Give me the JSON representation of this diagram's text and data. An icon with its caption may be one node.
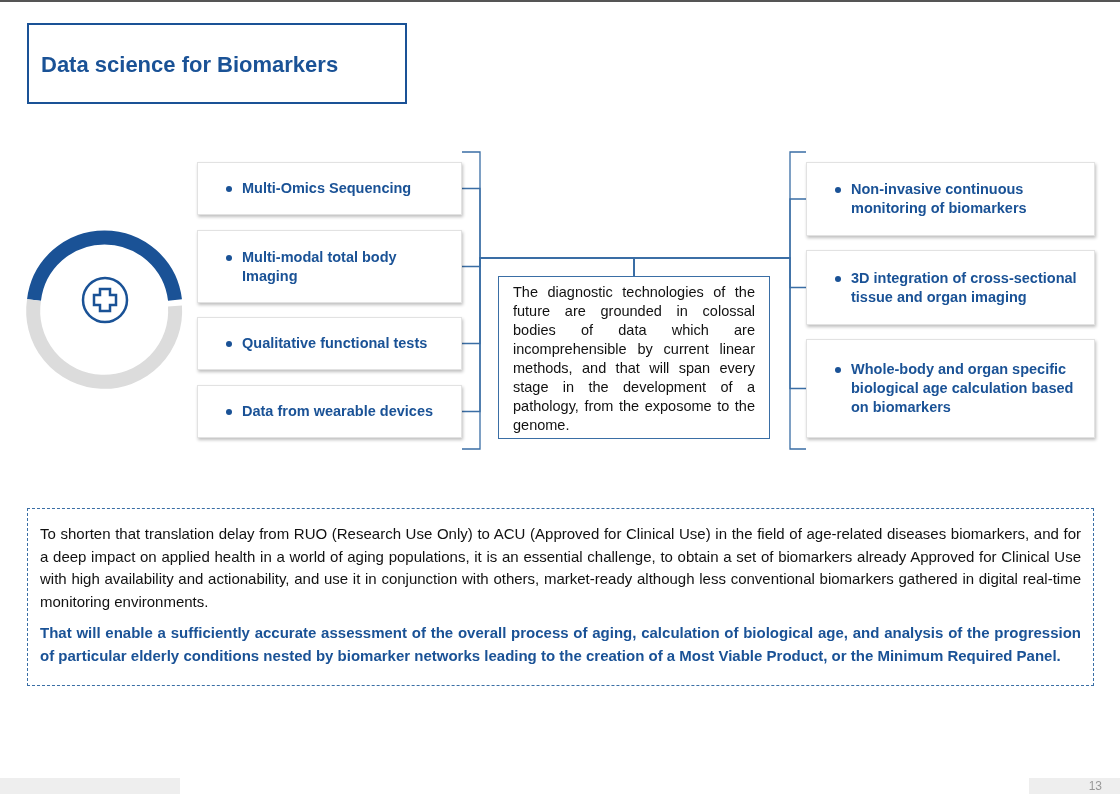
{
  "diagram": {
    "title": "Data science for Biomarkers",
    "nodes": [
      {
        "text": [
          "Multi-Omics Sequencing"
        ]
      },
      {
        "text": [
          "Multi-modal total body Imaging"
        ]
      },
      {
        "text": [
          "Qualitative functional tests"
        ]
      },
      {
        "text": [
          "Data from wearable devices"
        ]
      },
      {
        "text": [
          "The diagnostic technologies of the future are grounded in colossal bodies of data which are incomprehensible by current linear methods, and that will span every stage in the development of a pathology, from the exposome to the genome."
        ]
      },
      {
        "text": [
          "Non-invasive continuous monitoring of biomarkers"
        ]
      },
      {
        "text": [
          "3D integration of cross-sectional tissue and organ imaging"
        ]
      },
      {
        "text": [
          "Whole-body and organ specific biological age calculation based on biomarkers"
        ]
      },
      {
        "text": [
          "To shorten that translation delay from RUO (Research Use Only) to ACU (Approved for Clinical Use) in the field of age-related diseases biomarkers, and for a deep impact on applied health in a world of aging populations, it is an essential challenge, to obtain a set of biomarkers already Approved for Clinical Use with high availability and actionability, and use it in conjunction with others, market-ready although less conventional biomarkers gathered in digital real-time monitoring environments.",
          "That will enable a sufficiently accurate assessment of the overall process of aging, calculation of biological age, and analysis of the progression of particular elderly conditions nested by biomarker networks leading to the creation of a Most Viable Product, or the Minimum Required Panel."
        ]
      }
    ],
    "edges": [
      {
        "from": 0,
        "to": 4,
        "arrow": "none"
      },
      {
        "from": 1,
        "to": 4,
        "arrow": "none"
      },
      {
        "from": 2,
        "to": 4,
        "arrow": "none"
      },
      {
        "from": 3,
        "to": 4,
        "arrow": "none"
      },
      {
        "from": 4,
        "to": 5,
        "arrow": "none"
      },
      {
        "from": 4,
        "to": 6,
        "arrow": "none"
      },
      {
        "from": 4,
        "to": 7,
        "arrow": "none"
      }
    ],
    "labels": [
      "13"
    ]
  }
}
